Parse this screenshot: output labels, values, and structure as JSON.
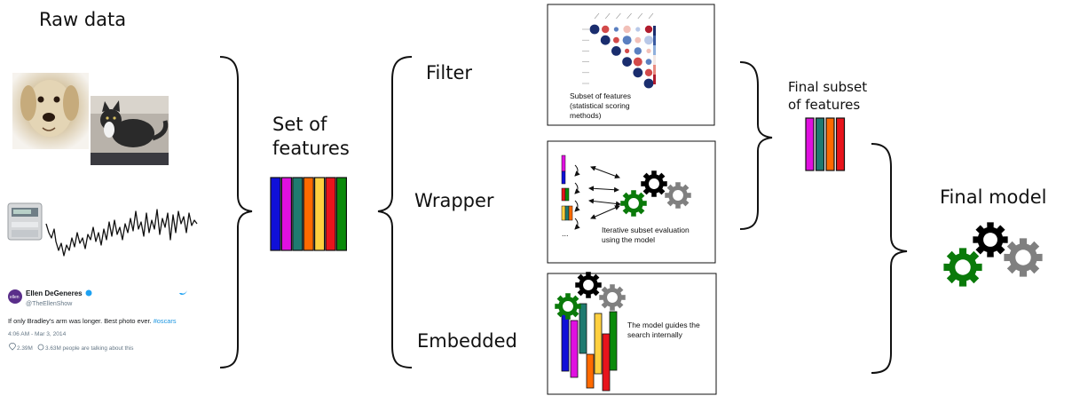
{
  "raw_data": {
    "title": "Raw data",
    "tweet": {
      "name": "Ellen DeGeneres",
      "handle": "@TheEllenShow",
      "text_main": "If only Bradley's arm was longer. Best photo ever.",
      "hashtag": "#oscars",
      "time": "4:06 AM - Mar 3, 2014",
      "likes": "2.39M",
      "replies": "3.63M people are talking about this",
      "avatar_text": "ellen"
    }
  },
  "set_of_features": {
    "line1": "Set of",
    "line2": "features",
    "colors": [
      "#1010d8",
      "#e010e0",
      "#1f7a70",
      "#ff6a00",
      "#ffd040",
      "#e8141c",
      "#0a8a0a"
    ]
  },
  "methods": {
    "filter": {
      "label": "Filter",
      "caption": "Subset of features (statistical scoring methods)"
    },
    "wrapper": {
      "label": "Wrapper",
      "caption": "Iterative subset evaluation using the model",
      "ellipsis": "..."
    },
    "embedded": {
      "label": "Embedded",
      "caption": "The model guides the search internally"
    }
  },
  "final_subset": {
    "line1": "Final subset",
    "line2": "of features",
    "colors": [
      "#e010e0",
      "#1f7a70",
      "#ff6a00",
      "#e8141c"
    ]
  },
  "final_model": {
    "title": "Final model"
  },
  "colors": {
    "gear_green": "#0a7a0a",
    "gear_black": "#000000",
    "gear_gray": "#808080",
    "heat_dark": "#1a2d6e",
    "heat_red": "#b01c2e",
    "twitter_blue": "#1da1f2"
  },
  "icons": [
    "dog-photo",
    "cat-photo",
    "electricity-meter",
    "time-series-line",
    "tweet-card",
    "brace",
    "gear-icon",
    "correlation-heatmap"
  ]
}
